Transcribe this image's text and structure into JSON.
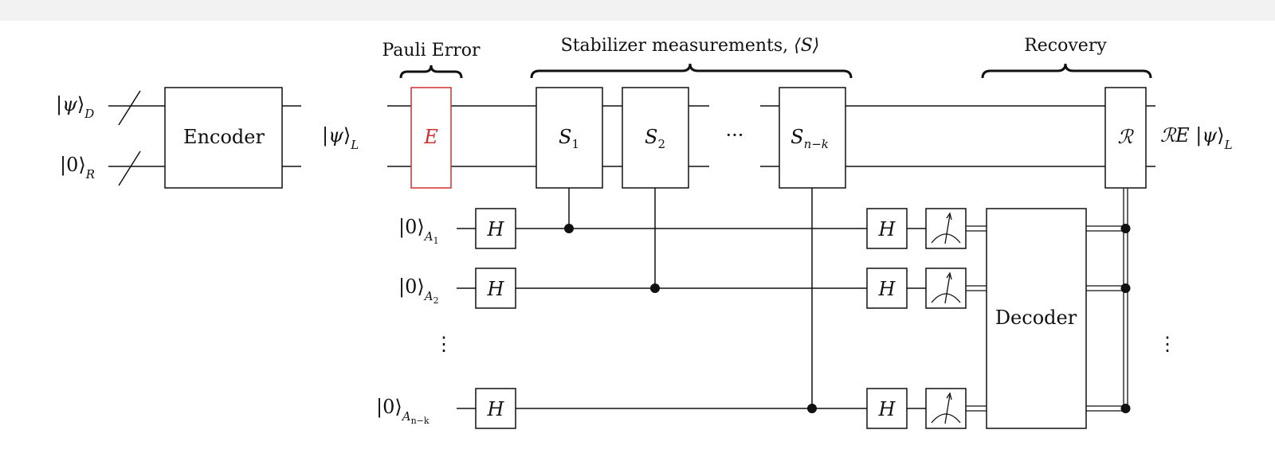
{
  "diagram": {
    "type": "quantum-error-correction-circuit",
    "encoder": {
      "inputs": [
        {
          "ket": "ψ",
          "sub": "D"
        },
        {
          "ket": "0",
          "sub": "R"
        }
      ],
      "box_label": "Encoder"
    },
    "logical_input": {
      "ket": "ψ",
      "sub": "L"
    },
    "brace_labels": {
      "error": "Pauli Error",
      "stabilizers_text": "Stabilizer measurements, ",
      "stabilizers_math": "⟨S⟩",
      "recovery": "Recovery"
    },
    "error_gate": {
      "label": "E",
      "color": "#d32f2f"
    },
    "stabilizers": [
      {
        "base": "S",
        "sub": "1"
      },
      {
        "base": "S",
        "sub": "2"
      },
      {
        "base": "S",
        "sub": "n−k"
      }
    ],
    "ellipsis": "···",
    "ancillas": [
      {
        "ket": "0",
        "sub": "A",
        "subsub": "1"
      },
      {
        "ket": "0",
        "sub": "A",
        "subsub": "2"
      },
      {
        "ket": "0",
        "sub": "A",
        "subsub": "n−k"
      }
    ],
    "vdots": "⋮",
    "hadamard_label": "H",
    "decoder_label": "Decoder",
    "recovery_gate_label": "ℛ",
    "output_label": {
      "prefix": "ℛE ",
      "ket": "ψ",
      "sub": "L"
    }
  },
  "colors": {
    "line": "#111111",
    "error_highlight": "#d32f2f",
    "top_bar": "#f2f2f2"
  }
}
